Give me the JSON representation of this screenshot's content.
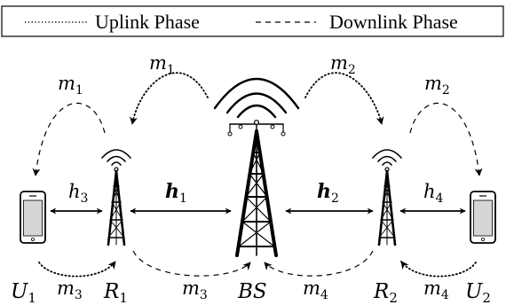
{
  "legend": {
    "uplink_label": "Uplink Phase",
    "downlink_label": "Downlink Phase"
  },
  "nodes": {
    "u1": {
      "base": "U",
      "sub": "1"
    },
    "r1": {
      "base": "R",
      "sub": "1"
    },
    "bs": {
      "base": "BS"
    },
    "r2": {
      "base": "R",
      "sub": "2"
    },
    "u2": {
      "base": "U",
      "sub": "2"
    }
  },
  "channels": {
    "h3": {
      "base": "h",
      "sub": "3"
    },
    "h1": {
      "base": "h",
      "sub": "1"
    },
    "h2": {
      "base": "h",
      "sub": "2"
    },
    "h4": {
      "base": "h",
      "sub": "4"
    }
  },
  "messages": {
    "m1_top": {
      "base": "m",
      "sub": "1"
    },
    "m1_left": {
      "base": "m",
      "sub": "1"
    },
    "m2_top": {
      "base": "m",
      "sub": "2"
    },
    "m2_right": {
      "base": "m",
      "sub": "2"
    },
    "m3_u1": {
      "base": "m",
      "sub": "3"
    },
    "m3_r1": {
      "base": "m",
      "sub": "3"
    },
    "m4_bs": {
      "base": "m",
      "sub": "4"
    },
    "m4_u2": {
      "base": "m",
      "sub": "4"
    }
  }
}
